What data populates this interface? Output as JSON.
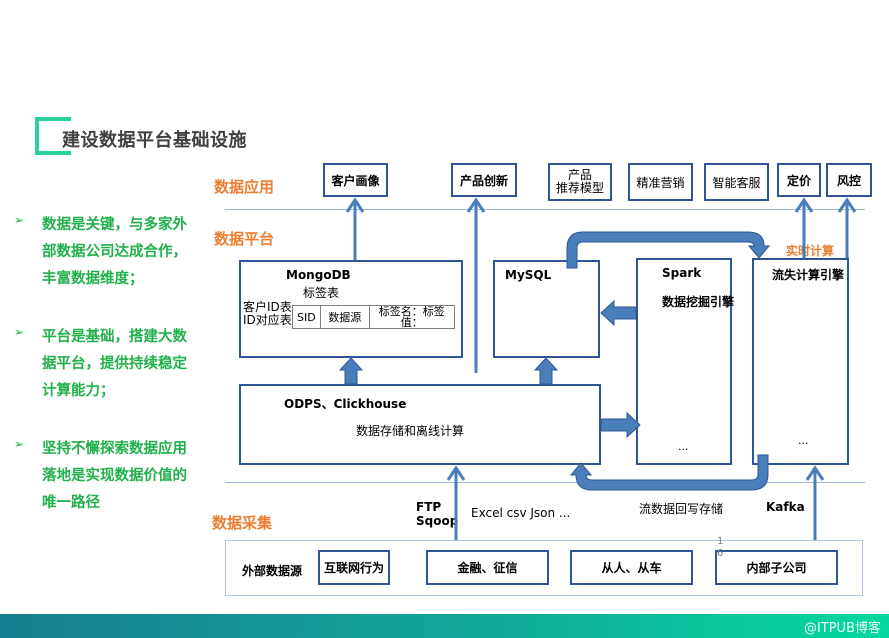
{
  "page": {
    "title": "建设数据平台基础设施"
  },
  "bullets": [
    {
      "text_lines": [
        "数据是关键，与多家外",
        "部数据公司达成合作，",
        "丰富数据维度；"
      ]
    },
    {
      "text_lines": [
        "平台是基础，搭建大数",
        "据平台，提供持续稳定",
        "计算能力；"
      ]
    },
    {
      "text_lines": [
        "坚持不懈探索数据应用",
        "落地是实现数据价值的",
        "唯一路径"
      ]
    }
  ],
  "bullet_marker": "➢",
  "layers": {
    "application": "数据应用",
    "platform": "数据平台",
    "collection": "数据采集"
  },
  "applications": [
    {
      "label": "客户画像",
      "bold": true
    },
    {
      "label": "产品创新",
      "bold": true
    },
    {
      "label_lines": [
        "产品",
        "推荐模型"
      ],
      "bold": false
    },
    {
      "label": "精准营销",
      "bold": false
    },
    {
      "label": "智能客服",
      "bold": false
    },
    {
      "label": "定价",
      "bold": true
    },
    {
      "label": "风控",
      "bold": true
    }
  ],
  "platform": {
    "mongodb": {
      "name": "MongoDB",
      "subtitle": "标签表",
      "side_labels": [
        "客户ID表",
        "ID对应表"
      ],
      "table_cells": [
        "SID",
        "数据源",
        "标签名：标签值："
      ]
    },
    "mysql": {
      "name": "MySQL"
    },
    "spark": {
      "name": "Spark",
      "subtitle": "数据挖掘引擎",
      "ellipsis": "..."
    },
    "stream": {
      "name": "流失计算引擎",
      "ellipsis": "...",
      "top_label": "实时计算"
    },
    "odps": {
      "name": "ODPS、Clickhouse",
      "subtitle": "数据存储和离线计算"
    }
  },
  "connectors": {
    "ftp": [
      "FTP",
      "Sqoop"
    ],
    "formats": "Excel  csv  Json  ...",
    "stream_writeback": "流数据回写存储",
    "kafka": "Kafka"
  },
  "collection": {
    "external_label": "外部数据源",
    "sources": [
      "互联网行为",
      "金融、征信",
      "从人、从车",
      "内部子公司"
    ]
  },
  "page_number": [
    "1",
    "6"
  ],
  "footer": {
    "watermark": "@ITPUB博客"
  },
  "colors": {
    "accent_green": "#2bd29a",
    "bullet_green": "#21b04b",
    "layer_orange": "#ed7d31",
    "box_border": "#2f5597",
    "arrow_fill": "#4a7ebb"
  }
}
